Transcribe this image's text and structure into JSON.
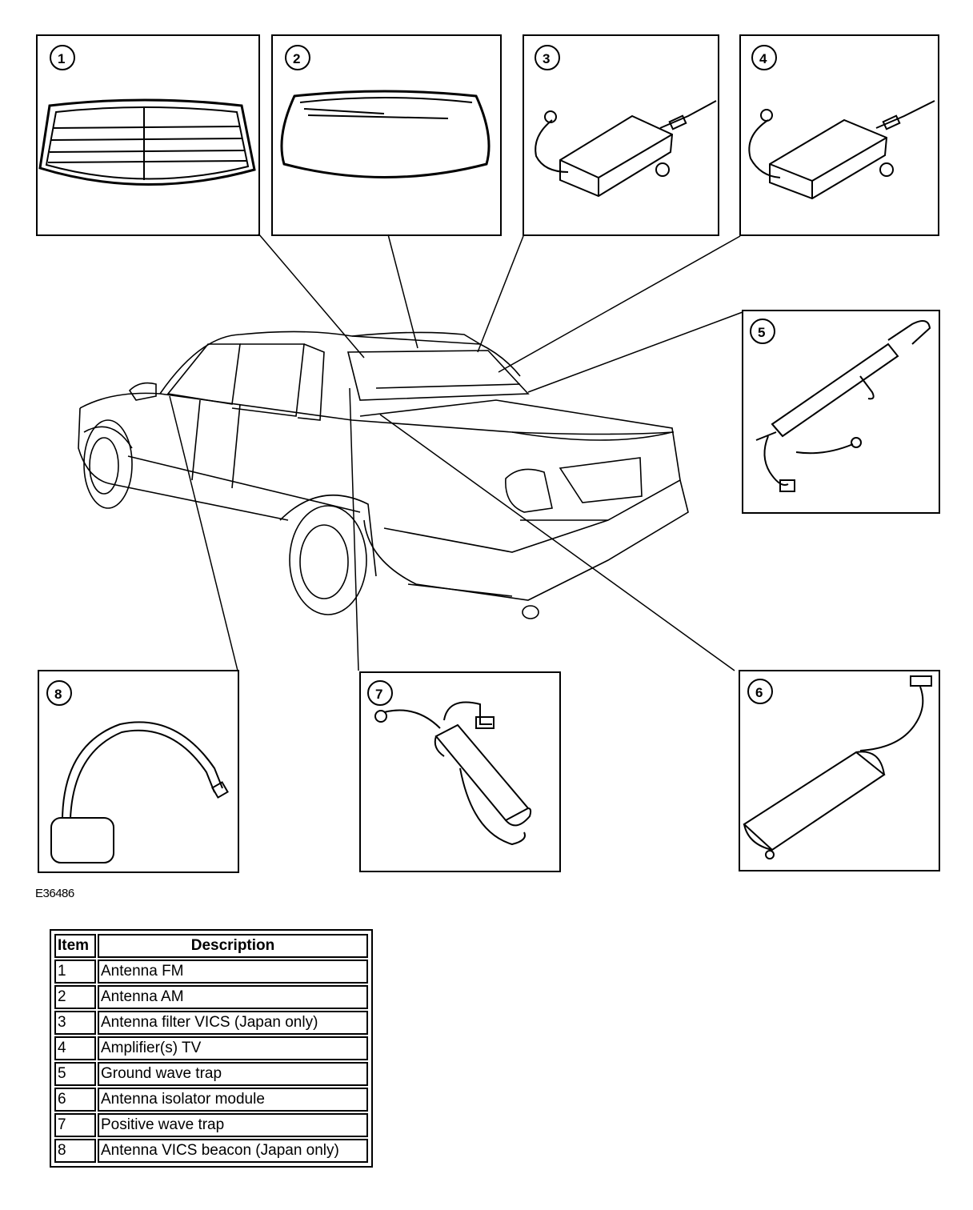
{
  "figure_id": "E36486",
  "callouts": [
    "1",
    "2",
    "3",
    "4",
    "5",
    "6",
    "7",
    "8"
  ],
  "table": {
    "headers": {
      "item": "Item",
      "description": "Description"
    },
    "rows": [
      {
        "item": "1",
        "description": "Antenna FM"
      },
      {
        "item": "2",
        "description": "Antenna AM"
      },
      {
        "item": "3",
        "description": "Antenna filter VICS (Japan only)"
      },
      {
        "item": "4",
        "description": "Amplifier(s) TV"
      },
      {
        "item": "5",
        "description": "Ground wave trap"
      },
      {
        "item": "6",
        "description": "Antenna isolator module"
      },
      {
        "item": "7",
        "description": "Positive wave trap"
      },
      {
        "item": "8",
        "description": "Antenna VICS beacon (Japan only)"
      }
    ]
  }
}
